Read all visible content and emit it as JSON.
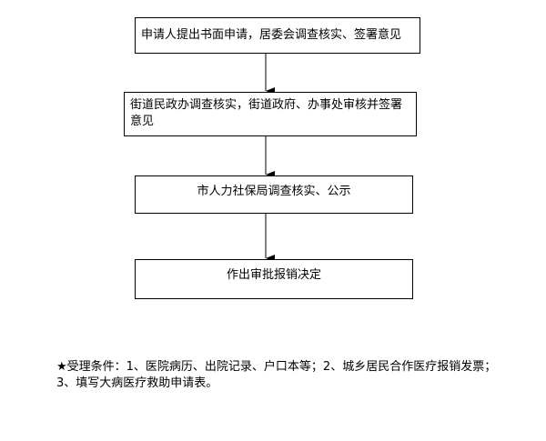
{
  "flow": {
    "step1": "申请人提出书面申请，居委会调查核实、签署意见",
    "step2": "街道民政办调查核实，街道政府、办事处审核并签署意见",
    "step3": "市人力社保局调查核实、公示",
    "step4": "作出审批报销决定"
  },
  "note": {
    "text": "★受理条件：1、医院病历、出院记录、户口本等；2、城乡居民合作医疗报销发票；3、填写大病医疗救助申请表。"
  }
}
